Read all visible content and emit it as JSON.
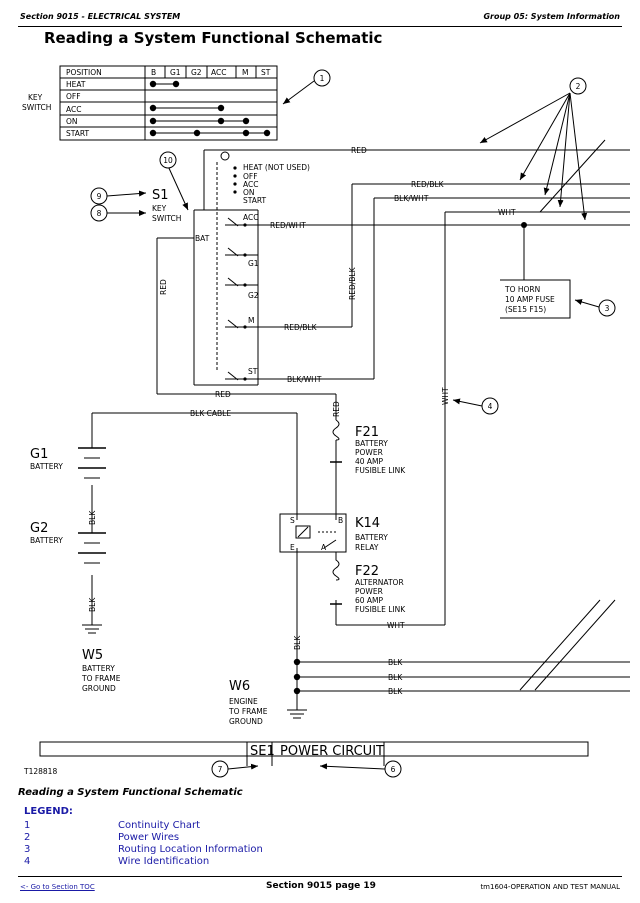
{
  "header": {
    "section": "Section 9015 - ELECTRICAL SYSTEM",
    "group": "Group 05: System Information"
  },
  "title": "Reading a System Functional Schematic",
  "chart_table": {
    "position_label": "POSITION",
    "columns": [
      "B",
      "G1",
      "G2",
      "ACC",
      "M",
      "ST"
    ],
    "rows": [
      "HEAT",
      "OFF",
      "ACC",
      "ON",
      "START"
    ],
    "side_label_1": "KEY",
    "side_label_2": "SWITCH"
  },
  "schematic": {
    "wires": {
      "red": "RED",
      "red_blk": "RED/BLK",
      "blk_wht": "BLK/WHT",
      "wht": "WHT",
      "red_wht": "RED/WHT",
      "blk_cable": "BLK CABLE",
      "blk": "BLK"
    },
    "s1": {
      "id": "S1",
      "name1": "KEY",
      "name2": "SWITCH",
      "heat": "HEAT (NOT USED)",
      "off": "OFF",
      "acc": "ACC",
      "on": "ON",
      "start": "START",
      "term_bat": "BAT",
      "term_acc": "ACC",
      "term_g1": "G1",
      "term_g2": "G2",
      "term_m": "M",
      "term_st": "ST"
    },
    "horn": {
      "l1": "TO HORN",
      "l2": "10 AMP FUSE",
      "l3": "(SE15  F15)"
    },
    "g1": {
      "id": "G1",
      "name": "BATTERY"
    },
    "g2": {
      "id": "G2",
      "name": "BATTERY"
    },
    "w5": {
      "id": "W5",
      "l1": "BATTERY",
      "l2": "TO FRAME",
      "l3": "GROUND"
    },
    "w6": {
      "id": "W6",
      "l1": "ENGINE",
      "l2": "TO FRAME",
      "l3": "GROUND"
    },
    "f21": {
      "id": "F21",
      "l1": "BATTERY",
      "l2": "POWER",
      "l3": "40 AMP",
      "l4": "FUSIBLE LINK"
    },
    "k14": {
      "id": "K14",
      "l1": "BATTERY",
      "l2": "RELAY",
      "s": "S",
      "b": "B",
      "e": "E",
      "a": "A"
    },
    "f22": {
      "id": "F22",
      "l1": "ALTERNATOR",
      "l2": "POWER",
      "l3": "60 AMP",
      "l4": "FUSIBLE LINK"
    },
    "bar": {
      "id": "SE1",
      "name": "POWER CIRCUIT"
    },
    "figure_id": "T128818",
    "callouts": [
      "1",
      "2",
      "3",
      "4",
      "6",
      "7",
      "8",
      "9",
      "10"
    ]
  },
  "caption": "Reading a System Functional Schematic",
  "legend": {
    "title": "LEGEND:",
    "items": [
      {
        "n": "1",
        "t": "Continuity Chart"
      },
      {
        "n": "2",
        "t": "Power Wires"
      },
      {
        "n": "3",
        "t": "Routing Location Information"
      },
      {
        "n": "4",
        "t": "Wire Identification"
      }
    ]
  },
  "footer": {
    "link": "<- Go to Section TOC",
    "page": "Section 9015 page 19",
    "manual": "tm1604-OPERATION AND TEST MANUAL"
  }
}
